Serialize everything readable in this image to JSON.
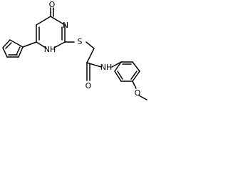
{
  "diagram": {
    "type": "chemical-structure",
    "atom_labels": {
      "carbonyl_oxygen": "O",
      "ring_nitrogen_upper": "N",
      "ring_nitrogen_lower": "NH",
      "sulfur": "S",
      "amide_oxygen": "O",
      "amide_nitrogen": "NH",
      "methoxy_oxygen": "O"
    }
  }
}
